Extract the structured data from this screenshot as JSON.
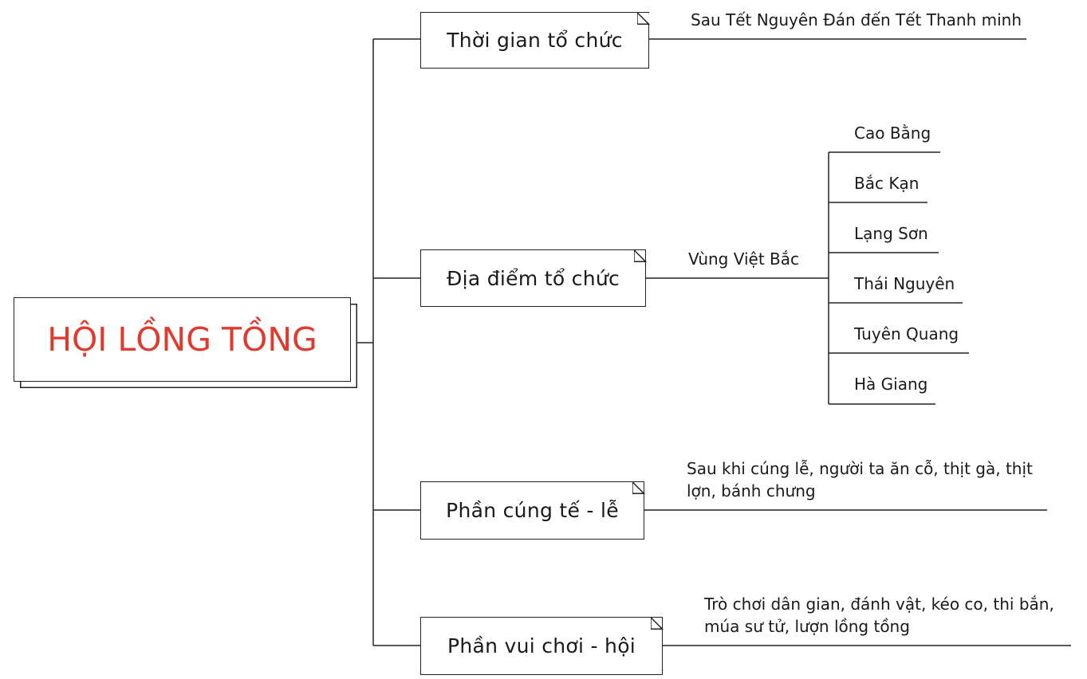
{
  "central": {
    "title": "HỘI LỒNG TỒNG",
    "color": "#e03a2f"
  },
  "branches": [
    {
      "title": "Thời gian tổ chức",
      "detail": "Sau Tết Nguyên Đán đến Tết Thanh minh"
    },
    {
      "title": "Địa điểm tổ chức",
      "detail": "Vùng Việt Bắc",
      "places": [
        "Cao Bằng",
        "Bắc Kạn",
        "Lạng Sơn",
        "Thái Nguyên",
        "Tuyên Quang",
        "Hà Giang"
      ]
    },
    {
      "title": "Phần cúng tế - lễ",
      "detail_lines": [
        "Sau khi cúng lễ, người ta ăn cỗ, thịt gà, thịt",
        "lợn, bánh chưng"
      ]
    },
    {
      "title": "Phần vui chơi - hội",
      "detail_lines": [
        "Trò chơi dân gian, đánh vật, kéo co, thi bắn,",
        "múa sư tử, lượn lồng tồng"
      ]
    }
  ]
}
